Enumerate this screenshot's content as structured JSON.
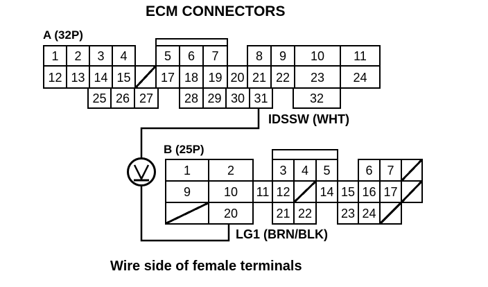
{
  "title": "ECM CONNECTORS",
  "footer_note": "Wire side of female terminals",
  "colors": {
    "ink": "#000000",
    "paper": "#ffffff"
  },
  "connector_a": {
    "label": "A (32P)",
    "pin_count": "32P"
  },
  "connector_b": {
    "label": "B (25P)",
    "pin_count": "25P"
  },
  "wires": {
    "idssw": {
      "label": "IDSSW (WHT)",
      "from_terminal": "A31"
    },
    "lg1": {
      "label": "LG1 (BRN/BLK)",
      "from_terminal": "B20"
    }
  },
  "meter": {
    "type": "voltmeter",
    "symbol": "V"
  },
  "connector_groups": [
    {
      "dom": "g-a-r1-g1",
      "connector": "A",
      "cells": [
        {
          "label": "1",
          "w": 33
        },
        {
          "label": "2",
          "w": 33
        },
        {
          "label": "3",
          "w": 33
        },
        {
          "label": "4",
          "w": 33
        }
      ]
    },
    {
      "dom": "g-a-r1-g2",
      "connector": "A",
      "cells": [
        {
          "label": "5",
          "w": 34
        },
        {
          "label": "6",
          "w": 34
        },
        {
          "label": "7",
          "w": 35
        }
      ]
    },
    {
      "dom": "g-a-r1-g3",
      "connector": "A",
      "cells": [
        {
          "label": "8",
          "w": 34
        },
        {
          "label": "9",
          "w": 34
        },
        {
          "label": "10",
          "w": 66
        },
        {
          "label": "11",
          "w": 57
        }
      ]
    },
    {
      "dom": "g-a-r2",
      "connector": "A",
      "cells": [
        {
          "label": "12",
          "w": 33
        },
        {
          "label": "13",
          "w": 33
        },
        {
          "label": "14",
          "w": 33
        },
        {
          "label": "15",
          "w": 33
        },
        {
          "hatched": true,
          "w": 30
        },
        {
          "label": "17",
          "w": 34
        },
        {
          "label": "18",
          "w": 34
        },
        {
          "label": "19",
          "w": 35
        },
        {
          "label": "20",
          "w": 29
        },
        {
          "label": "21",
          "w": 34
        },
        {
          "label": "22",
          "w": 34
        },
        {
          "label": "23",
          "w": 66
        },
        {
          "label": "24",
          "w": 57
        }
      ]
    },
    {
      "dom": "g-a-r3-g1",
      "connector": "A",
      "cells": [
        {
          "label": "25",
          "w": 33
        },
        {
          "label": "26",
          "w": 34
        },
        {
          "label": "27",
          "w": 34
        }
      ]
    },
    {
      "dom": "g-a-r3-g2",
      "connector": "A",
      "cells": [
        {
          "label": "28",
          "w": 34
        },
        {
          "label": "29",
          "w": 33
        },
        {
          "label": "30",
          "w": 34
        },
        {
          "label": "31",
          "w": 33
        }
      ]
    },
    {
      "dom": "g-a-r3-g3",
      "connector": "A",
      "cells": [
        {
          "label": "32",
          "w": 68
        }
      ]
    },
    {
      "dom": "g-b-r1-g1",
      "connector": "B",
      "cells": [
        {
          "label": "1",
          "w": 62
        },
        {
          "label": "2",
          "w": 64
        }
      ]
    },
    {
      "dom": "g-b-r1-g2",
      "connector": "B",
      "cells": [
        {
          "label": "3",
          "w": 31
        },
        {
          "label": "4",
          "w": 32
        },
        {
          "label": "5",
          "w": 31
        }
      ]
    },
    {
      "dom": "g-b-r1-g3",
      "connector": "B",
      "cells": [
        {
          "label": "6",
          "w": 31
        },
        {
          "label": "7",
          "w": 31
        },
        {
          "hatched": true,
          "w": 30
        }
      ]
    },
    {
      "dom": "g-b-r2-g1",
      "connector": "B",
      "cells": [
        {
          "label": "9",
          "w": 62
        },
        {
          "label": "10",
          "w": 64
        }
      ]
    },
    {
      "dom": "g-b-r2-g2",
      "connector": "B",
      "cells": [
        {
          "label": "11",
          "w": 28
        },
        {
          "label": "12",
          "w": 31
        },
        {
          "hatched": true,
          "w": 32
        },
        {
          "label": "14",
          "w": 31
        }
      ]
    },
    {
      "dom": "g-b-r2-g3",
      "connector": "B",
      "cells": [
        {
          "label": "15",
          "w": 30
        },
        {
          "label": "16",
          "w": 31
        },
        {
          "label": "17",
          "w": 31
        },
        {
          "hatched": true,
          "w": 30
        }
      ]
    },
    {
      "dom": "g-b-r3-g1",
      "connector": "B",
      "cells": [
        {
          "hatched": true,
          "w": 62
        },
        {
          "label": "20",
          "w": 64
        }
      ]
    },
    {
      "dom": "g-b-r3-g2",
      "connector": "B",
      "cells": [
        {
          "label": "21",
          "w": 31
        },
        {
          "label": "22",
          "w": 32
        }
      ]
    },
    {
      "dom": "g-b-r3-g3",
      "connector": "B",
      "cells": [
        {
          "label": "23",
          "w": 30
        },
        {
          "label": "24",
          "w": 31
        },
        {
          "hatched": true,
          "w": 31
        }
      ]
    }
  ]
}
